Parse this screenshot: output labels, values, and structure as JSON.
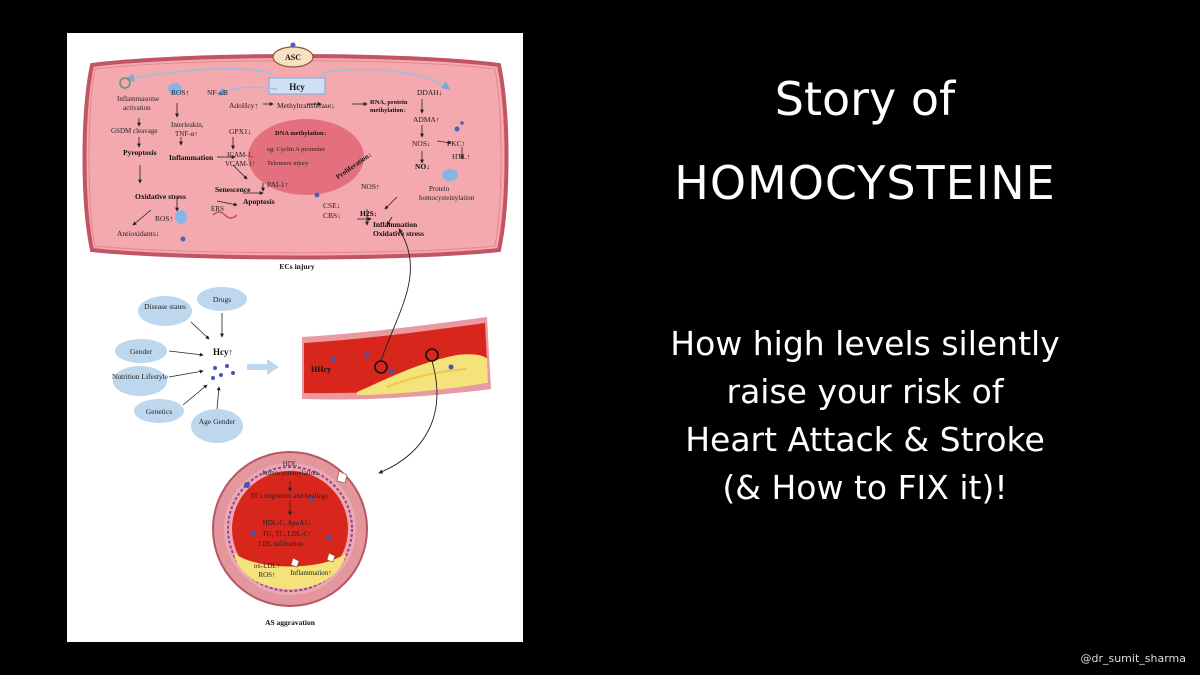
{
  "title": {
    "line1": "Story of",
    "line2": "HOMOCYSTEINE"
  },
  "subtitle": [
    "How high levels silently",
    "raise your risk of",
    "Heart Attack & Stroke",
    "(& How to FIX it)!"
  ],
  "handle": "@dr_sumit_sharma",
  "colors": {
    "background": "#000000",
    "text": "#ffffff",
    "cell": "#f3a9ae",
    "artery": "#d9261c",
    "plaque": "#f4e27a",
    "factor": "#bcd7ee"
  },
  "figure": {
    "cell": {
      "asc": "ASC",
      "hcy": "Hcy",
      "caption": "ECs injury",
      "nodes": [
        "NF-κB",
        "ROS↑",
        "Inflammasome",
        "activation",
        "GSDM cleavage",
        "Pyroptosis",
        "Interleukin,",
        "TNF-α↑",
        "AdoHcy↑",
        "Methyltransferase↓",
        "RNA, protein",
        "methylation↓",
        "DDAH↓",
        "ADMA↑",
        "NOS↓",
        "PKC↑",
        "HTL↑",
        "NO↓",
        "Protein",
        "homocysteinylation",
        "GPX1↓",
        "DNA methylation↓",
        "eg: Cyclin A promoter",
        "Telomere injury",
        "Proliferation↓",
        "Inflammation",
        "ICAM-1,",
        "VCAM-1↑",
        "Senescence",
        "PAI-1↑",
        "Oxidative stress",
        "Apoptosis",
        "ERS",
        "ROS↑",
        "Antioxidants↓",
        "NOS↑",
        "CSE↓",
        "CBS↓",
        "H2S↓",
        "Inflammation",
        "Oxidative stress"
      ]
    },
    "factors": {
      "hub": "Hcy↑",
      "items": [
        "Disease states",
        "Drugs",
        "Gender",
        "Nutrition Lifestyle",
        "Genetics",
        "Age Gender"
      ],
      "artery_label": "HHcy"
    },
    "vessel": {
      "caption": "AS aggravation",
      "nodes": [
        "HDL",
        "homocysteinylation",
        "ECs migration and healing↓",
        "HDL-C, ApoA1↓",
        "TG, TC, LDL-C↑",
        "LDL infiltration",
        "ox-LDL↑",
        "ROS↑",
        "Inflammation↑"
      ]
    }
  }
}
